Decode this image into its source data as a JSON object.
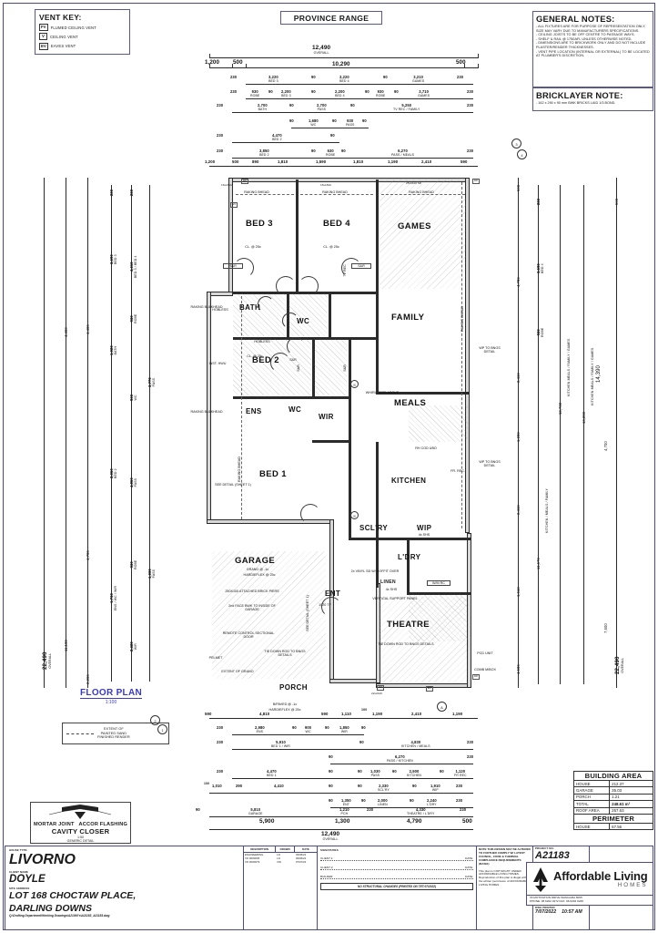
{
  "header": {
    "province_range": "PROVINCE RANGE"
  },
  "vent_key": {
    "title": "VENT KEY:",
    "items": [
      {
        "tag": "FV",
        "label": "FLUMED CEILING VENT"
      },
      {
        "tag": "V",
        "label": "CEILING VENT"
      },
      {
        "tag": "EV",
        "label": "EAVES VENT"
      }
    ]
  },
  "general_notes": {
    "title": "GENERAL NOTES:",
    "lines": [
      "- ALL FIXTURES ARE FOR PURPOSE OF REPRESENTATION ONLY, SIZE MAY VARY DUE TO MANUFACTURERS SPECIFICATIONS.",
      "- CEILING JOISTS TO BE OFF CENTRE TO PASSAGE WAYS.",
      "- SHELF & RAIL @ 1750AFL UNLESS OTHERWISE NOTED.",
      "- DIMENSIONS ARE TO BRICKWORK ONLY AND DO NOT INCLUDE PLASTER/RENDER THICKNESSES.",
      "- VENT PIPE LOCATION (INTERNAL OR EXTERNAL) TO BE LOCATED AT PLUMBER'S DISCRETION."
    ]
  },
  "bricklayer_note": {
    "title": "BRICKLAYER NOTE:",
    "text": "- 162 x 290 x 90 mm BWK BRICKS LAID 1/3 BOND."
  },
  "floor_plan_caption": {
    "title": "FLOOR PLAN",
    "scale": "1:100"
  },
  "legend_render": {
    "line1": "EXTENT OF",
    "line2": "PAINTED SAND",
    "line3": "FINISHED RENDER"
  },
  "cavity_detail": {
    "label_mortar": "MORTAR JOINT",
    "label_accor": "ACCOR FLASHING",
    "title": "CAVITY CLOSER",
    "scale": "1:50",
    "subtitle": "GENERIC DETAIL"
  },
  "rooms": [
    {
      "name": "BED 3",
      "size": "lg"
    },
    {
      "name": "BED 4",
      "size": "lg"
    },
    {
      "name": "GAMES",
      "size": "lg"
    },
    {
      "name": "BATH",
      "size": "md"
    },
    {
      "name": "WC",
      "size": "md"
    },
    {
      "name": "FAMILY",
      "size": "lg"
    },
    {
      "name": "BED 2",
      "size": "lg"
    },
    {
      "name": "ENS",
      "size": "md"
    },
    {
      "name": "WIR",
      "size": "md"
    },
    {
      "name": "MEALS",
      "size": "lg"
    },
    {
      "name": "BED 1",
      "size": "lg"
    },
    {
      "name": "KITCHEN",
      "size": "md"
    },
    {
      "name": "SCL'RY",
      "size": "md"
    },
    {
      "name": "WIP",
      "size": "md"
    },
    {
      "name": "L'DRY",
      "size": "md"
    },
    {
      "name": "GARAGE",
      "size": "lg"
    },
    {
      "name": "ENT",
      "size": "md"
    },
    {
      "name": "THEATRE",
      "size": "lg"
    },
    {
      "name": "PORCH",
      "size": "md"
    }
  ],
  "room_labels": {
    "bed3": "BED 3",
    "bed4": "BED 4",
    "games": "GAMES",
    "bath": "BATH",
    "wc_top": "WC",
    "family": "FAMILY",
    "bed2": "BED 2",
    "ens": "ENS",
    "wc_mid": "WC",
    "wir": "WIR",
    "meals": "MEALS",
    "bed1": "BED 1",
    "kitchen": "KITCHEN",
    "sclry": "SCL'RY",
    "wip": "WIP",
    "ldry": "L'DRY",
    "garage": "GARAGE",
    "ent": "ENT",
    "theatre": "THEATRE",
    "porch": "PORCH",
    "linen": "LINEN"
  },
  "plan_notes": {
    "cl_25c_a": "CL. @ 25c",
    "cl_25c_b": "CL. @ 25c",
    "cl_25c_c": "CL. @ 25c",
    "snr_a": "S&R",
    "snr_b": "S&R",
    "snr_c": "S&R",
    "snr_d": "S&R",
    "snr_e": "S&R",
    "raking_bhead_1": "RAKING BHEAD",
    "raking_bhead_2": "RAKING BHEAD",
    "raking_bhead_3": "RAKING BHEAD",
    "raking_bulkhead_l1": "RAKING BULKHEAD",
    "raking_bulkhead_l2": "RAKING BULKHEAD",
    "raking_bhead_v": "RAKING BHEAD",
    "raking_bhead_r": "RAKING BHEAD",
    "tv_rec_a": "TV REC",
    "tv_rec_b": "TV REC / FAMILY",
    "whirlybird": "WHIRLYBIRD ABOVE",
    "wp_bngs_1": "WP TO BNGS DETAIL",
    "wp_bngs_2": "WP TO BNGS DETAIL",
    "rh_cod_lbo": "RH COD UBO",
    "fr_rec": "FR. REC.",
    "hobless_a": "HOBLESS",
    "hobless_b": "HOBLESS",
    "inst_hwu": "INST. HWU",
    "garage_fin": "GRANO @ -1c",
    "garage_fin2": "HARDIEFLEX @ 25c",
    "brick_piers": "250X100 ATTACHED BRICK PIERS",
    "second_face": "2nd FACE BWK TO INSIDE OF GARAGE",
    "remote_door": "REMOTE CONTROL SECTIONAL DOOR",
    "pelmet": "PELMET",
    "extent_grano": "EXTENT OF GRANO",
    "offset_dp": "OFFSET DP 100mm FROM BDY",
    "tie_rod_1": "TIE DOWN ROD TO BNGS DETAILS",
    "tie_rod_2": "TIE DOWN ROD TO BNGS DETAILS",
    "see_detail_1": "SEE DETAIL (SHEET 1)",
    "see_detail_2": "SEE DETAIL (SHEET 1)",
    "see_detail_3": "SEE DETAIL (SHEET 1)",
    "vert_support": "VERTICAL SUPPORT PANEL",
    "vinyl_sd": "2x VINYL SD W/ SOFFIT OVER",
    "linen_shelves": "4x SHS",
    "wip_shelves": "4x SHS",
    "wmrc": "W/M RC",
    "porch_fin": "B/PAVED @ -1c",
    "porch_fin2": "HARDIEFLEX @ 25c",
    "pcd_unit": "PCD UNIT",
    "comb_mbox": "COMB M/BOX",
    "tf_1020": "1020 TF"
  },
  "dimensions": {
    "top": {
      "overall": "12,490",
      "overall_label": "OVERALL",
      "inner": "10,290",
      "left_edge": "1,200",
      "l500": "500",
      "r500": "500",
      "row1": [
        {
          "v": "230",
          "n": ""
        },
        {
          "v": "3,220",
          "n": "BED 3"
        },
        {
          "v": "90",
          "n": ""
        },
        {
          "v": "3,220",
          "n": "BED 4"
        },
        {
          "v": "90",
          "n": ""
        },
        {
          "v": "3,210",
          "n": "GAMES"
        },
        {
          "v": "230",
          "n": ""
        }
      ],
      "row2": [
        {
          "v": "230",
          "n": ""
        },
        {
          "v": "930",
          "n": "ROBE"
        },
        {
          "v": "90",
          "n": ""
        },
        {
          "v": "2,200",
          "n": "BED 3"
        },
        {
          "v": "90",
          "n": ""
        },
        {
          "v": "2,200",
          "n": "BED 4"
        },
        {
          "v": "90",
          "n": ""
        },
        {
          "v": "930",
          "n": "ROBE"
        },
        {
          "v": "90",
          "n": ""
        },
        {
          "v": "3,710",
          "n": "GAMES"
        },
        {
          "v": "230",
          "n": ""
        }
      ],
      "row3": [
        {
          "v": "230",
          "n": ""
        },
        {
          "v": "2,700",
          "n": "BATH"
        },
        {
          "v": "90",
          "n": ""
        },
        {
          "v": "2,700",
          "n": "PASS"
        },
        {
          "v": "90",
          "n": ""
        },
        {
          "v": "5,250",
          "n": "TV REC / FAMILY"
        },
        {
          "v": "230",
          "n": ""
        }
      ],
      "row4": [
        {
          "v": "90",
          "n": ""
        },
        {
          "v": "1,680",
          "n": "WC"
        },
        {
          "v": "90",
          "n": ""
        },
        {
          "v": "930",
          "n": "PASS"
        },
        {
          "v": "90",
          "n": ""
        }
      ],
      "row5": [
        {
          "v": "230",
          "n": ""
        },
        {
          "v": "4,470",
          "n": "BED 2"
        },
        {
          "v": "90",
          "n": ""
        }
      ],
      "row6": [
        {
          "v": "230",
          "n": ""
        },
        {
          "v": "3,850",
          "n": "BED 2"
        },
        {
          "v": "90",
          "n": ""
        },
        {
          "v": "630",
          "n": "ROBE"
        },
        {
          "v": "90",
          "n": ""
        },
        {
          "v": "6,270",
          "n": "PASS / MEALS"
        },
        {
          "v": "230",
          "n": ""
        }
      ],
      "row7": [
        {
          "v": "1,200",
          "n": ""
        },
        {
          "v": "500",
          "n": ""
        },
        {
          "v": "890",
          "n": ""
        },
        {
          "v": "1,810",
          "n": ""
        },
        {
          "v": "1,590",
          "n": ""
        },
        {
          "v": "1,810",
          "n": ""
        },
        {
          "v": "1,190",
          "n": ""
        },
        {
          "v": "2,410",
          "n": ""
        },
        {
          "v": "590",
          "n": ""
        }
      ]
    },
    "bottom": {
      "overall": "12,490",
      "overall_label": "OVERALL",
      "row0": [
        {
          "v": "590",
          "n": ""
        },
        {
          "v": "4,810",
          "n": ""
        },
        {
          "v": "590",
          "n": ""
        },
        {
          "v": "1,110",
          "n": ""
        },
        {
          "v": "100",
          "n": ""
        },
        {
          "v": "1,190",
          "n": ""
        },
        {
          "v": "2,410",
          "n": ""
        },
        {
          "v": "1,190",
          "n": ""
        }
      ],
      "row1": [
        {
          "v": "230",
          "n": ""
        },
        {
          "v": "2,980",
          "n": "ENS"
        },
        {
          "v": "90",
          "n": ""
        },
        {
          "v": "900",
          "n": "WC"
        },
        {
          "v": "90",
          "n": ""
        },
        {
          "v": "1,850",
          "n": "WIR"
        },
        {
          "v": "90",
          "n": ""
        }
      ],
      "row2": [
        {
          "v": "230",
          "n": ""
        },
        {
          "v": "5,910",
          "n": "BED 1 / WIR"
        },
        {
          "v": "90",
          "n": ""
        },
        {
          "v": "4,830",
          "n": "KITCHEN / MEALS"
        },
        {
          "v": "230",
          "n": ""
        }
      ],
      "row3": [
        {
          "v": "90",
          "n": ""
        },
        {
          "v": "6,270",
          "n": "PASS / KITCHEN"
        },
        {
          "v": "230",
          "n": ""
        }
      ],
      "row4": [
        {
          "v": "230",
          "n": ""
        },
        {
          "v": "4,470",
          "n": "BED 1"
        },
        {
          "v": "90",
          "n": ""
        },
        {
          "v": "90",
          "n": ""
        },
        {
          "v": "1,030",
          "n": "PASS"
        },
        {
          "v": "90",
          "n": ""
        },
        {
          "v": "2,500",
          "n": "KITCHEN"
        },
        {
          "v": "90",
          "n": ""
        },
        {
          "v": "1,120",
          "n": "FR REC"
        }
      ],
      "row5": [
        {
          "v": "100",
          "n": ""
        },
        {
          "v": "1,010",
          "n": ""
        },
        {
          "v": "290",
          "n": ""
        },
        {
          "v": "4,410",
          "n": ""
        },
        {
          "v": "90",
          "n": ""
        },
        {
          "v": "90",
          "n": ""
        },
        {
          "v": "2,330",
          "n": "SCL'RY"
        },
        {
          "v": "90",
          "n": ""
        },
        {
          "v": "1,910",
          "n": "WIP"
        },
        {
          "v": "230",
          "n": ""
        }
      ],
      "row6": [
        {
          "v": "90",
          "n": ""
        },
        {
          "v": "1,350",
          "n": "ENT"
        },
        {
          "v": "90",
          "n": ""
        },
        {
          "v": "2,000",
          "n": "LINEN"
        },
        {
          "v": "90",
          "n": ""
        },
        {
          "v": "2,240",
          "n": "L'DRY"
        },
        {
          "v": "230",
          "n": ""
        }
      ],
      "row7": [
        {
          "v": "5,810",
          "n": "GARAGE"
        },
        {
          "v": "90",
          "n": ""
        },
        {
          "v": "1,210",
          "n": "PCH"
        },
        {
          "v": "230",
          "n": ""
        },
        {
          "v": "4,330",
          "n": "THEATRE / L'DRY"
        },
        {
          "v": "230",
          "n": ""
        }
      ],
      "row8": [
        {
          "v": "5,900",
          "n": ""
        },
        {
          "v": "1,300",
          "n": ""
        },
        {
          "v": "4,790",
          "n": ""
        },
        {
          "v": "500",
          "n": ""
        }
      ]
    },
    "left": {
      "overall": "22,490",
      "overall_label": "OVERALL",
      "d11190": "11,190",
      "d4400_a": "4,400",
      "d4400_b": "4,400",
      "d2200": "2,200",
      "d4700": "4,700",
      "d2510": "2,510",
      "items": [
        {
          "v": "230",
          "n": ""
        },
        {
          "v": "3,690",
          "n": "BED 3"
        },
        {
          "v": "4,310",
          "n": "BED 3 / BED 4"
        },
        {
          "v": "930",
          "n": "ROBE"
        },
        {
          "v": "1,920",
          "n": "BATH"
        },
        {
          "v": "930",
          "n": "WC"
        },
        {
          "v": "3,770",
          "n": "PASS"
        },
        {
          "v": "2,060",
          "n": "BED 2"
        },
        {
          "v": "4,860",
          "n": "PASS"
        },
        {
          "v": "930",
          "n": "ROBE"
        },
        {
          "v": "1,000",
          "n": "PASS"
        },
        {
          "v": "1,730",
          "n": "ENS / WC / WIR"
        },
        {
          "v": "2,320",
          "n": "WIR"
        },
        {
          "v": "4,880",
          "n": "BED 3 / BED 4"
        },
        {
          "v": "3,770",
          "n": "TV REC"
        }
      ]
    },
    "right": {
      "overall": "22,490",
      "overall_label": "OVERALL",
      "d500_a": "500",
      "d500_b": "500",
      "d4790": "4,790",
      "d2410_a": "2,410",
      "d1290": "1,290",
      "d2410_b": "2,410",
      "d1510": "1,510",
      "d4590": "4,590",
      "d4700": "4,700",
      "d7600": "7,600",
      "d11670": "11,670",
      "d13730": "13,730",
      "d13890": "13,890",
      "d14390": "14,390",
      "lbl_kmf": "KITCHEN / MEALS / FAMILY",
      "lbl_kmfg1": "KITCHEN MEALS / FAMILY / GAMES",
      "lbl_kmfg2": "KITCHEN MEALS / FAMILY / GAMES",
      "items": [
        {
          "v": "230",
          "n": ""
        },
        {
          "v": "3,690",
          "n": "BED 4"
        },
        {
          "v": "930",
          "n": "ROBE"
        },
        {
          "v": "90",
          "n": ""
        }
      ]
    }
  },
  "section_marks": {
    "a": "A",
    "one": "1",
    "two": "2",
    "three": "3",
    "four": "4"
  },
  "building_area": {
    "title": "BUILDING AREA",
    "rows": [
      {
        "label": "HOUSE",
        "value": "212.37"
      },
      {
        "label": "GARAGE",
        "value": "35.03"
      },
      {
        "label": "PORCH",
        "value": "1.21"
      },
      {
        "label": "TOTAL",
        "value": "248.61 m²"
      },
      {
        "label": "ROOF AREA",
        "value": "257.63"
      }
    ],
    "perimeter_title": "PERIMETER",
    "perimeter_rows": [
      {
        "label": "HOUSE",
        "value": "67.56"
      }
    ]
  },
  "titleblock": {
    "house_type_label": "HOUSE TYPE",
    "house_type": "LIVORNO",
    "client_label": "CLIENT NAME",
    "client": "DOYLE",
    "address_label": "SITE ADDRESS",
    "address_line1": "LOT 168 CHOCTAW PLACE,",
    "address_line2": "DARLING DOWNS",
    "path": "Q:\\Drafting Department\\Working Drawings\\A21000's\\A21183_A21183.dwg",
    "revisions": {
      "headers": [
        "DESCRIPTION",
        "DRAWN",
        "DATE"
      ],
      "rows": [
        {
          "desc": "ENGINEERING",
          "drawn": "LO",
          "date": "03/06/22"
        },
        {
          "desc": "VO #000005",
          "drawn": "LO",
          "date": "06/06/22"
        },
        {
          "desc": "VO #000079",
          "drawn": "CW",
          "date": "07/07/22"
        }
      ]
    },
    "signatures": {
      "title": "SIGNATURES",
      "rows": [
        {
          "label": "CLIENT 1:",
          "date_label": "DATE:"
        },
        {
          "label": "CLIENT 2:",
          "date_label": "DATE:"
        },
        {
          "label": "BUILDER:",
          "date_label": "DATE:"
        }
      ],
      "stamp": "NO STRUCTURAL CHANGES (PRINTED ON TET:07/2022)"
    },
    "copyright": {
      "line1": "NOTE THIS DESIGN MAY BE ALTERED TO FURTHER COMPLY W/ LATEST COUNCIL, CODE & THERMAL COMPLIANCE REQUIREMENTS (BASIX)",
      "line2": "This plan is COPYRIGHT UNDER AFFORDABLE LIVING HOMES. Reproduction of this plan is illegal without the written permission of AFFORDABLE LIVING HOMES"
    },
    "project": {
      "project_no_label": "PROJECT NO:",
      "project_no": "A21183",
      "date_label": "DATE:",
      "date": "31/05/22",
      "sheet_label": "SHEET NO:",
      "sheet": "1 of 8",
      "drawn_label": "DRAWN BY:",
      "drawn": "LO",
      "printed_label": "DWG PRINTED",
      "printed_date": "7/07/2022",
      "printed_time": "10:57  AM"
    },
    "north": {
      "label": "North"
    },
    "logo": {
      "name": "Affordable Living",
      "sub": "HOMES",
      "address": "33 MOTIVATION DRIVE      WANGARA  6065",
      "contact": "PHONE:   08 6202 0272      FAX: 08 6202 0238"
    }
  }
}
